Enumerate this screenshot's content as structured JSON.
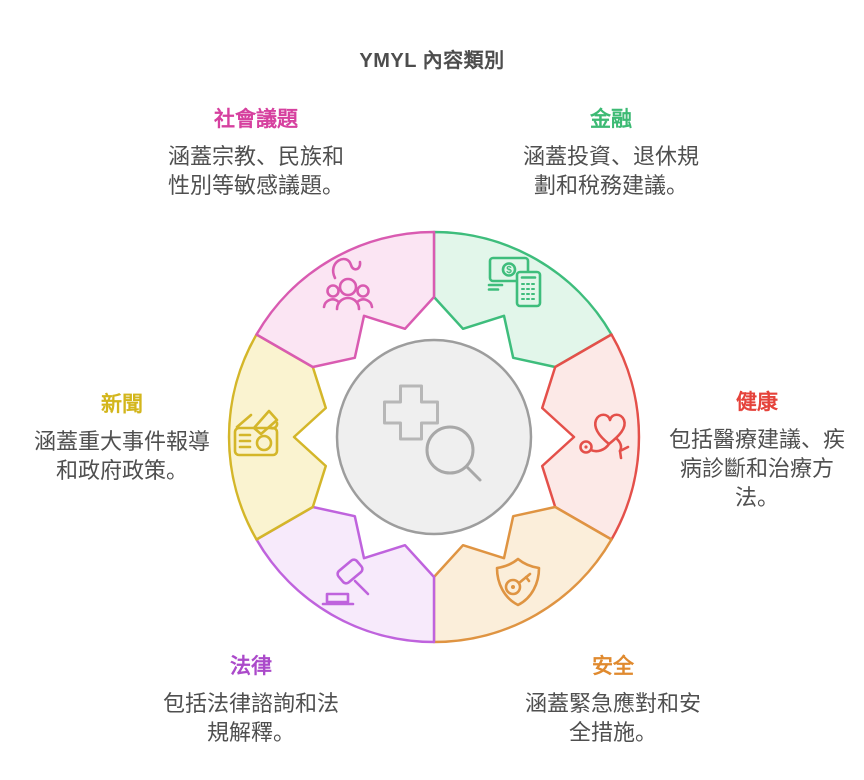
{
  "title": "YMYL 內容類別",
  "center": {
    "fill": "#efefef",
    "stroke": "#9d9d9d",
    "plus_icon_color": "#b7b7b7",
    "magnifier_icon_color": "#a8a8a8"
  },
  "segments": [
    {
      "id": "social-issues",
      "label": "社會議題",
      "description": "涵蓋宗教、民族和\n性別等敏感議題。",
      "heading_color": "#d6409f",
      "stroke": "#d95bb1",
      "fill": "#fbe5f3",
      "icon": "people-group-icon"
    },
    {
      "id": "finance",
      "label": "金融",
      "description": "涵蓋投資、退休規\n劃和稅務建議。",
      "heading_color": "#3dba74",
      "stroke": "#3ebd7c",
      "fill": "#e2f6ea",
      "icon": "money-calculator-icon",
      "currency_symbol": "$"
    },
    {
      "id": "health",
      "label": "健康",
      "description": "包括醫療建議、疾\n病診斷和治療方\n法。",
      "heading_color": "#e5433b",
      "stroke": "#e4504a",
      "fill": "#fce9e7",
      "icon": "heart-stethoscope-icon"
    },
    {
      "id": "safety",
      "label": "安全",
      "description": "涵蓋緊急應對和安\n全措施。",
      "heading_color": "#e08a2f",
      "stroke": "#df9442",
      "fill": "#fbeeda",
      "icon": "shield-key-icon"
    },
    {
      "id": "law",
      "label": "法律",
      "description": "包括法律諮詢和法\n規解釋。",
      "heading_color": "#ab4aca",
      "stroke": "#bf63dd",
      "fill": "#f7eafb",
      "icon": "gavel-icon"
    },
    {
      "id": "news",
      "label": "新聞",
      "description": "涵蓋重大事件報導\n和政府政策。",
      "heading_color": "#d3b61c",
      "stroke": "#d4b629",
      "fill": "#faf3d0",
      "icon": "newspaper-megaphone-icon"
    }
  ]
}
